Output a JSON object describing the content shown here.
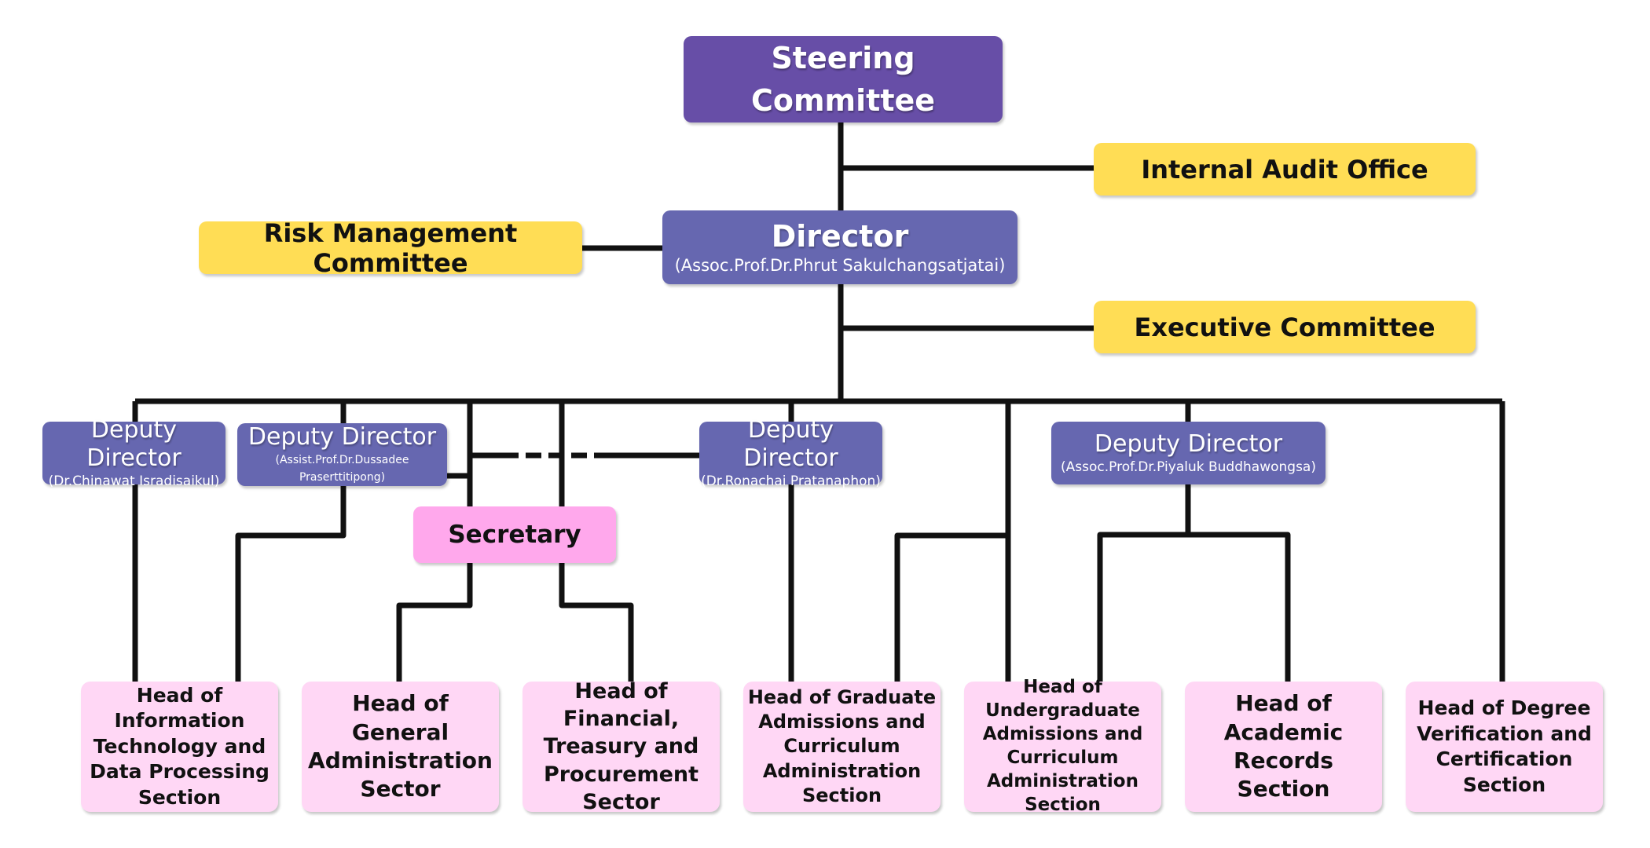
{
  "steering": {
    "title": "Steering Committee"
  },
  "internal_audit": {
    "title": "Internal Audit Office"
  },
  "risk_management": {
    "title": "Risk Management Committee"
  },
  "director": {
    "title": "Director",
    "name": "(Assoc.Prof.Dr.Phrut Sakulchangsatjatai)"
  },
  "executive_committee": {
    "title": "Executive Committee"
  },
  "deputies": [
    {
      "title": "Deputy Director",
      "name": "(Dr.Chinawat Isradisaikul)"
    },
    {
      "title": "Deputy Director",
      "name": "(Assist.Prof.Dr.Dussadee Praserttitipong)"
    },
    {
      "title": "Deputy Director",
      "name": "(Dr.Ronachai Pratanaphon)"
    },
    {
      "title": "Deputy Director",
      "name": "(Assoc.Prof.Dr.Piyaluk Buddhawongsa)"
    }
  ],
  "secretary": {
    "title": "Secretary"
  },
  "heads": [
    {
      "title": "Head of Information Technology and Data Processing Section"
    },
    {
      "title": "Head of General Administration Sector"
    },
    {
      "title": "Head of Financial, Treasury and Procurement Sector"
    },
    {
      "title": "Head of Graduate Admissions and Curriculum Administration Section"
    },
    {
      "title": "Head of Undergraduate Admissions and Curriculum Administration Section"
    },
    {
      "title": "Head of Academic Records Section"
    },
    {
      "title": "Head of Degree Verification and Certification Section"
    }
  ],
  "colors": {
    "steering": "#674ea7",
    "director": "#6667b0",
    "committee": "#ffdd55",
    "secretary": "#ffa8ec",
    "head": "#ffd7f5",
    "connector": "#111111"
  }
}
